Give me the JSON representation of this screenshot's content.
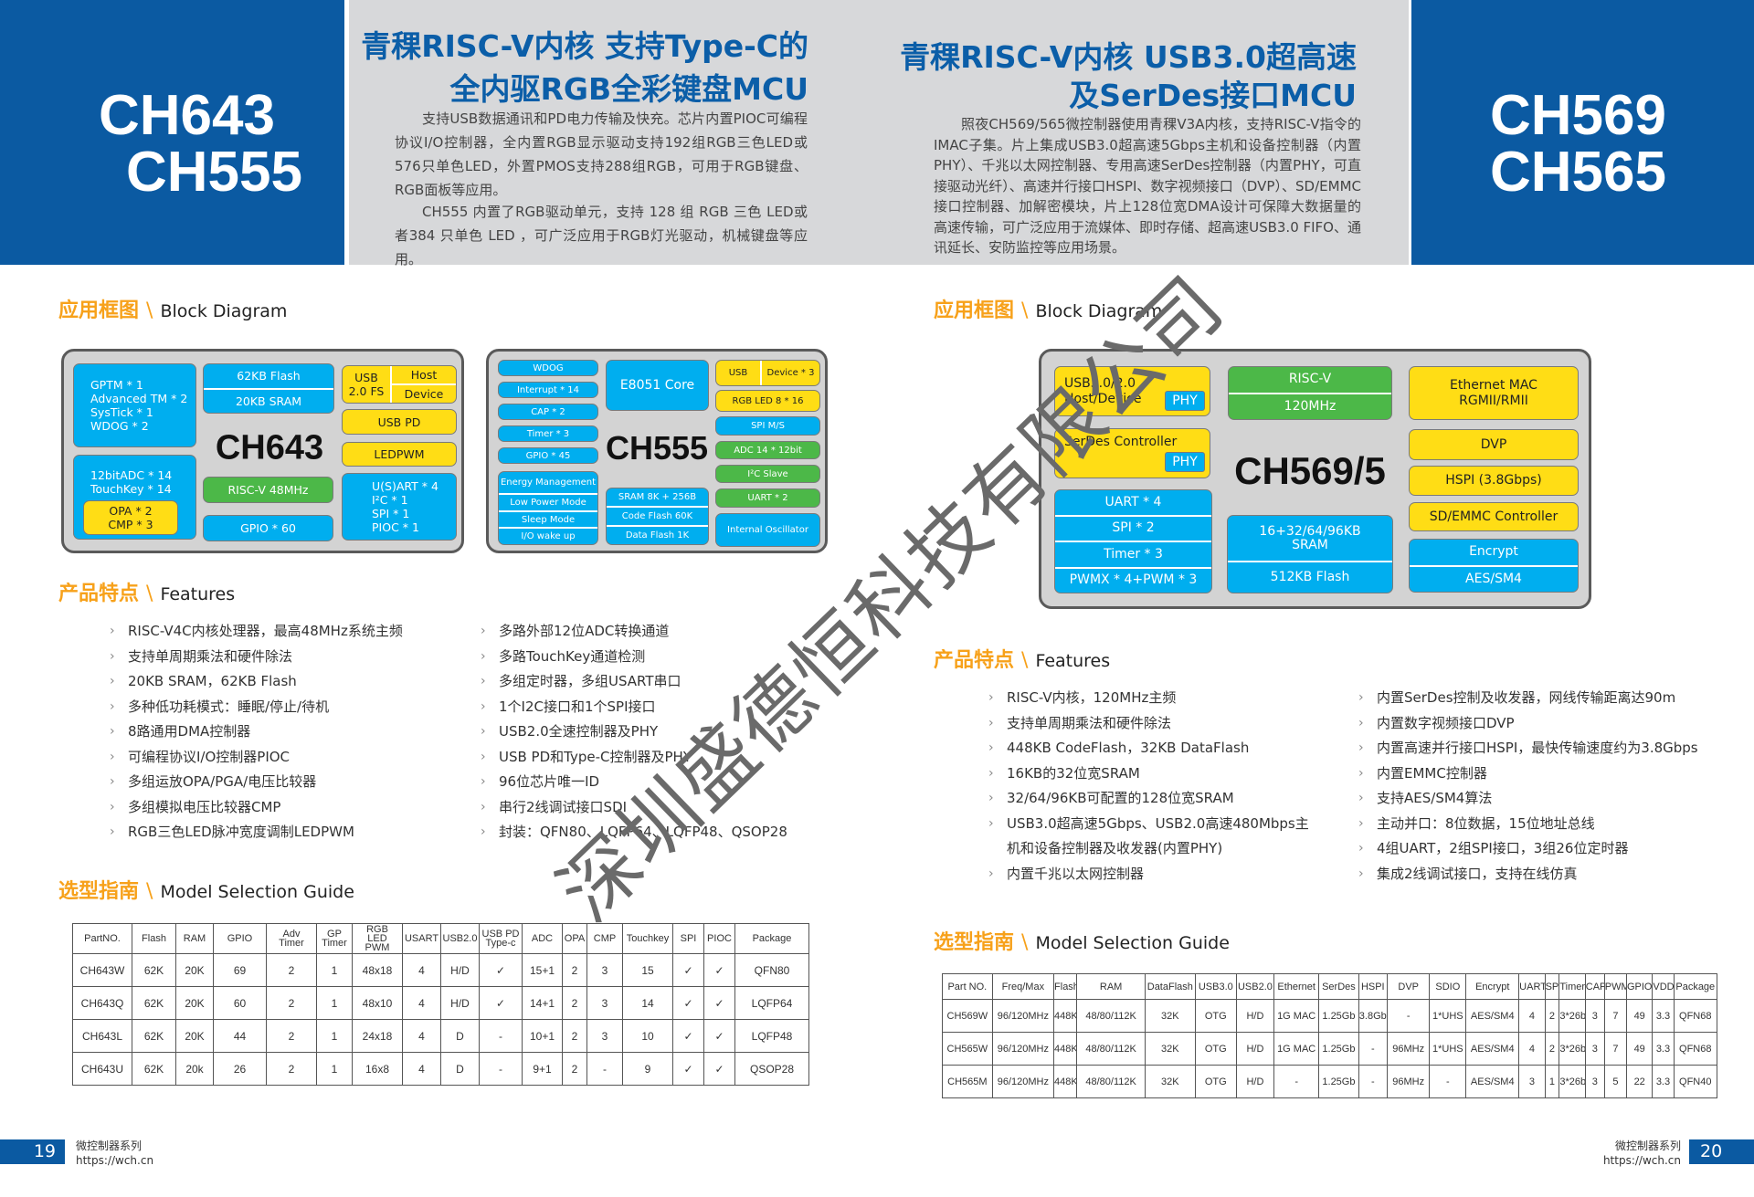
{
  "left_page": {
    "models": [
      "CH643",
      "CH555"
    ],
    "title_lines": [
      "青稞RISC-V内核 支持Type-C的",
      "全内驱RGB全彩键盘MCU"
    ],
    "paragraphs": [
      "支持USB数据通讯和PD电力传输及快充。芯片内置PIOC可编程协议I/O控制器，全内置RGB显示驱动支持192组RGB三色LED或576只单色LED，外置PMOS支持288组RGB，可用于RGB键盘、RGB面板等应用。",
      "CH555 内置了RGB驱动单元，支持 128 组 RGB 三色 LED或者384 只单色 LED ，可广泛应用于RGB灯光驱动，机械键盘等应用。"
    ],
    "block_heading": {
      "cn": "应用框图",
      "en": "Block Diagram"
    },
    "ch643": {
      "name": "CH643",
      "timers": [
        "GPTM * 1",
        "Advanced TM * 2",
        "SysTick  * 1",
        "WDOG * 2"
      ],
      "adc": [
        "12bitADC * 14",
        "TouchKey * 14"
      ],
      "opa": [
        "OPA * 2",
        "CMP * 3"
      ],
      "memory": [
        "62KB Flash",
        "20KB SRAM"
      ],
      "core": "RISC-V  48MHz",
      "gpio": "GPIO * 60",
      "usb": {
        "label": "USB\n2.0 FS",
        "host": "Host",
        "device": "Device"
      },
      "usbpd": "USB PD",
      "ledpwm": "LEDPWM",
      "comm": [
        "U(S)ART * 4",
        "I²C * 1",
        "SPI * 1",
        "PIOC * 1"
      ]
    },
    "ch555": {
      "name": "CH555",
      "left": [
        "WDOG",
        "Interrupt * 14",
        "CAP * 2",
        "Timer * 3",
        "GPIO * 45"
      ],
      "energy": [
        "Energy Management",
        "Low Power Mode",
        "Sleep Mode",
        "I/O wake up"
      ],
      "core": "E8051 Core",
      "memory": [
        "SRAM 8K + 256B",
        "Code Flash 60K",
        "Data Flash 1K"
      ],
      "usb": {
        "label": "USB",
        "device": "Device * 3"
      },
      "rgb": "RGB LED 8 * 16",
      "spi": "SPI  M/S",
      "adc": "ADC 14 * 12bit",
      "i2c": "I²C   Slave",
      "uart": "UART * 2",
      "osc": "Internal Oscillator"
    },
    "features_heading": {
      "cn": "产品特点",
      "en": "Features"
    },
    "features_col1": [
      "RISC-V4C内核处理器，最高48MHz系统主频",
      "支持单周期乘法和硬件除法",
      "20KB SRAM，62KB Flash",
      "多种低功耗模式：睡眠/停止/待机",
      "8路通用DMA控制器",
      "可编程协议I/O控制器PIOC",
      "多组运放OPA/PGA/电压比较器",
      "多组模拟电压比较器CMP",
      "RGB三色LED脉冲宽度调制LEDPWM"
    ],
    "features_col2": [
      "多路外部12位ADC转换通道",
      "多路TouchKey通道检测",
      "多组定时器，多组USART串口",
      "1个I2C接口和1个SPI接口",
      "USB2.0全速控制器及PHY",
      "USB PD和Type-C控制器及PHY",
      "96位芯片唯一ID",
      "串行2线调试接口SDI",
      "封装：QFN80、LQFP64、LQFP48、QSOP28"
    ],
    "guide_heading": {
      "cn": "选型指南",
      "en": "Model Selection Guide"
    },
    "table": {
      "headers": [
        "PartNO.",
        "Flash",
        "RAM",
        "GPIO",
        "Adv\nTimer",
        "GP\nTimer",
        "RGB\nLED\nPWM",
        "USART",
        "USB2.0",
        "USB PD\nType-c",
        "ADC",
        "OPA",
        "CMP",
        "Touchkey",
        "SPI",
        "PIOC",
        "Package"
      ],
      "rows": [
        [
          "CH643W",
          "62K",
          "20K",
          "69",
          "2",
          "1",
          "48x18",
          "4",
          "H/D",
          "✓",
          "15+1",
          "2",
          "3",
          "15",
          "✓",
          "✓",
          "QFN80"
        ],
        [
          "CH643Q",
          "62K",
          "20K",
          "60",
          "2",
          "1",
          "48x10",
          "4",
          "H/D",
          "✓",
          "14+1",
          "2",
          "3",
          "14",
          "✓",
          "✓",
          "LQFP64"
        ],
        [
          "CH643L",
          "62K",
          "20K",
          "44",
          "2",
          "1",
          "24x18",
          "4",
          "D",
          "-",
          "10+1",
          "2",
          "3",
          "10",
          "✓",
          "✓",
          "LQFP48"
        ],
        [
          "CH643U",
          "62K",
          "20k",
          "26",
          "2",
          "1",
          "16x8",
          "4",
          "D",
          "-",
          "9+1",
          "2",
          "-",
          "9",
          "✓",
          "✓",
          "QSOP28"
        ]
      ]
    },
    "footer": {
      "page": "19",
      "series": "微控制器系列",
      "url": "https://wch.cn"
    }
  },
  "right_page": {
    "models": [
      "CH569",
      "CH565"
    ],
    "title_lines": [
      "青稞RISC-V内核 USB3.0超高速",
      "及SerDes接口MCU"
    ],
    "paragraph": "照夜CH569/565微控制器使用青稞V3A内核，支持RISC-V指令的IMAC子集。片上集成USB3.0超高速5Gbps主机和设备控制器（内置PHY）、千兆以太网控制器、专用高速SerDes控制器（内置PHY，可直接驱动光纤）、高速并行接口HSPI、数字视频接口（DVP）、SD/EMMC接口控制器、加解密模块，片上128位宽DMA设计可保障大数据量的高速传输，可广泛应用于流媒体、即时存储、超高速USB3.0 FIFO、通讯延长、安防监控等应用场景。",
    "block_heading": {
      "cn": "应用框图",
      "en": "Block Diagram"
    },
    "ch569": {
      "name": "CH569/5",
      "usb": "USB3.0/2.0\nHost/Device",
      "serdes": "SerDes  Controller",
      "phy": "PHY",
      "periph": [
        "UART * 4",
        "SPI * 2",
        "Timer * 3",
        "PWMX * 4+PWM * 3"
      ],
      "core": [
        "RISC-V",
        "120MHz"
      ],
      "memory": [
        "16+32/64/96KB\nSRAM",
        "512KB Flash"
      ],
      "ethernet": "Ethernet  MAC\nRGMII/RMII",
      "dvp": "DVP",
      "hspi": "HSPI (3.8Gbps)",
      "sd": "SD/EMMC Controller",
      "encrypt": [
        "Encrypt",
        "AES/SM4"
      ]
    },
    "features_heading": {
      "cn": "产品特点",
      "en": "Features"
    },
    "features_col1": [
      "RISC-V内核，120MHz主频",
      "支持单周期乘法和硬件除法",
      "448KB CodeFlash，32KB DataFlash",
      "16KB的32位宽SRAM",
      "32/64/96KB可配置的128位宽SRAM",
      "USB3.0超高速5Gbps、USB2.0高速480Mbps主",
      "机和设备控制器及收发器(内置PHY)",
      "内置千兆以太网控制器"
    ],
    "features_col2": [
      "内置SerDes控制及收发器，网线传输距离达90m",
      "内置数字视频接口DVP",
      "内置高速并行接口HSPI，最快传输速度约为3.8Gbps",
      "内置EMMC控制器",
      "支持AES/SM4算法",
      "主动并口：8位数据，15位地址总线",
      "4组UART，2组SPI接口，3组26位定时器",
      "集成2线调试接口，支持在线仿真"
    ],
    "guide_heading": {
      "cn": "选型指南",
      "en": "Model Selection Guide"
    },
    "table": {
      "headers": [
        "Part NO.",
        "Freq/Max",
        "Flash",
        "RAM",
        "DataFlash",
        "USB3.0",
        "USB2.0",
        "Ethernet",
        "SerDes",
        "HSPI",
        "DVP",
        "SDIO",
        "Encrypt",
        "UART",
        "SPI",
        "Timer",
        "CAP",
        "PWM",
        "GPIO",
        "VDD",
        "Package"
      ],
      "rows": [
        [
          "CH569W",
          "96/120MHz",
          "448K",
          "48/80/112K",
          "32K",
          "OTG",
          "H/D",
          "1G MAC",
          "1.25Gb",
          "3.8Gb",
          "-",
          "1*UHS",
          "AES/SM4",
          "4",
          "2",
          "3*26b",
          "3",
          "7",
          "49",
          "3.3",
          "QFN68"
        ],
        [
          "CH565W",
          "96/120MHz",
          "448K",
          "48/80/112K",
          "32K",
          "OTG",
          "H/D",
          "1G MAC",
          "1.25Gb",
          "-",
          "96MHz",
          "1*UHS",
          "AES/SM4",
          "4",
          "2",
          "3*26b",
          "3",
          "7",
          "49",
          "3.3",
          "QFN68"
        ],
        [
          "CH565M",
          "96/120MHz",
          "448K",
          "48/80/112K",
          "32K",
          "OTG",
          "H/D",
          "-",
          "1.25Gb",
          "-",
          "96MHz",
          "-",
          "AES/SM4",
          "3",
          "1",
          "3*26b",
          "3",
          "5",
          "22",
          "3.3",
          "QFN40"
        ]
      ]
    },
    "footer": {
      "page": "20",
      "series": "微控制器系列",
      "url": "https://wch.cn"
    }
  },
  "watermark": "深圳盛德恒科技有限公司",
  "colors": {
    "brand_blue": "#0b5aa2",
    "title_blue": "#0b5ea8",
    "accent_orange": "#f7a11a",
    "block_blue": "#00aeef",
    "block_yellow": "#ffdd15",
    "block_green": "#4cb848",
    "header_gray": "#d7d8da"
  }
}
